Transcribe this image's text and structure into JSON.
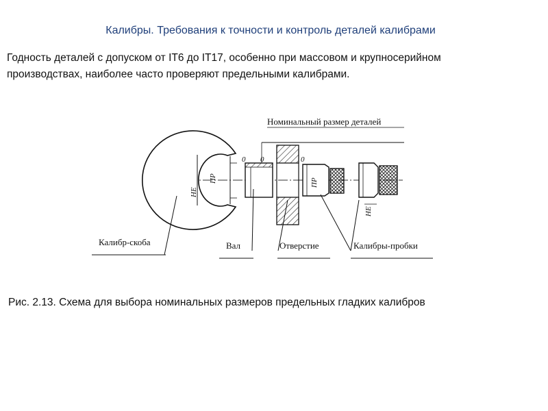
{
  "slide": {
    "title": "Калибры. Требования к точности и контроль деталей калибрами",
    "body": "Годность деталей с допуском от IT6 до IT17, особенно при массовом и крупносерийном производствах, наиболее часто проверяют предельными калибрами.",
    "caption": "Рис. 2.13. Схема для выбора номинальных размеров предельных гладких калибров"
  },
  "figure": {
    "nominal_label": "Номинальный размер деталей",
    "labels": {
      "snap_gauge": "Калибр-скоба",
      "shaft": "Вал",
      "hole": "Отверстие",
      "plug_gauges": "Калибры-пробки"
    },
    "marks": {
      "go": "ПР",
      "no_go": "НЕ",
      "zero": "0"
    }
  }
}
